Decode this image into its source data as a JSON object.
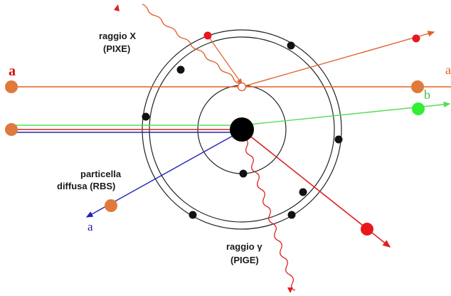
{
  "labels": {
    "xray_line1": "raggio X",
    "xray_line2": "(PIXE)",
    "rbs_line1": "particella",
    "rbs_line2": "diffusa (RBS)",
    "gamma_line1": "raggio γ",
    "gamma_line2": "(PIGE)",
    "alpha_in": "a",
    "alpha_out": "a",
    "beta_out": "b",
    "alpha_rbs": "a"
  },
  "colors": {
    "orange_particle": "#e07a3c",
    "green_particle": "#33ee33",
    "red_particle": "#e8171c",
    "electron": "#111111",
    "nucleus": "#000000",
    "orange_line": "#e0602a",
    "green_line": "#55dd55",
    "blue_line": "#2222bb",
    "red_line": "#dd2222",
    "label_red": "#cc1111",
    "label_orange": "#e06020",
    "label_green": "#44bb44",
    "label_blue": "#2222aa"
  }
}
